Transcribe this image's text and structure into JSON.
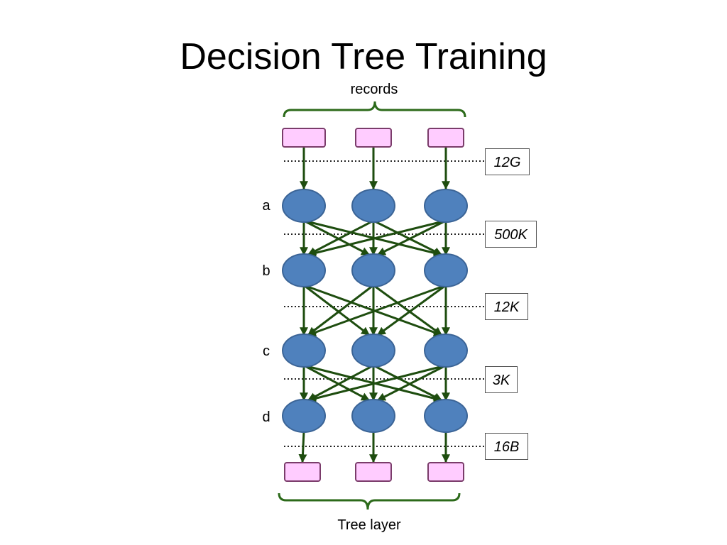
{
  "title": "Decision Tree Training",
  "top_label": "records",
  "bottom_label": "Tree layer",
  "layers": [
    "a",
    "b",
    "c",
    "d"
  ],
  "sizes": [
    "12G",
    "500K",
    "12K",
    "3K",
    "16B"
  ],
  "colors": {
    "node_fill": "#4f81bd",
    "node_stroke": "#3b6496",
    "record_fill": "#ffccff",
    "record_stroke": "#7a3c6a",
    "arrow": "#1e4d0f",
    "brace": "#2c6a1a"
  }
}
